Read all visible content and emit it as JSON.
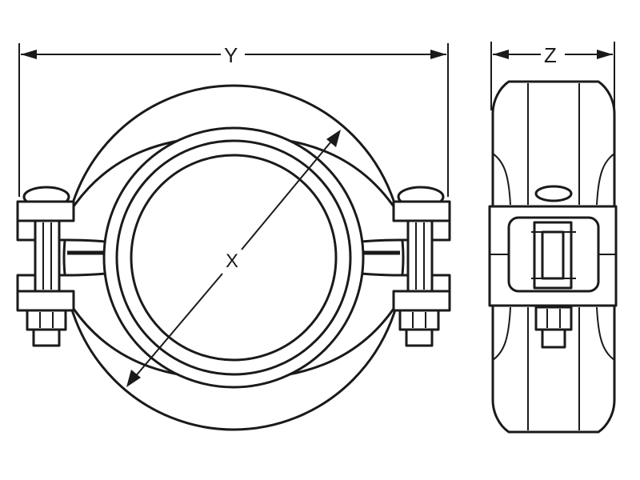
{
  "labels": {
    "y": "Y",
    "x": "X",
    "z": "Z"
  },
  "colors": {
    "line": "#1a1a1a",
    "background": "#ffffff"
  }
}
